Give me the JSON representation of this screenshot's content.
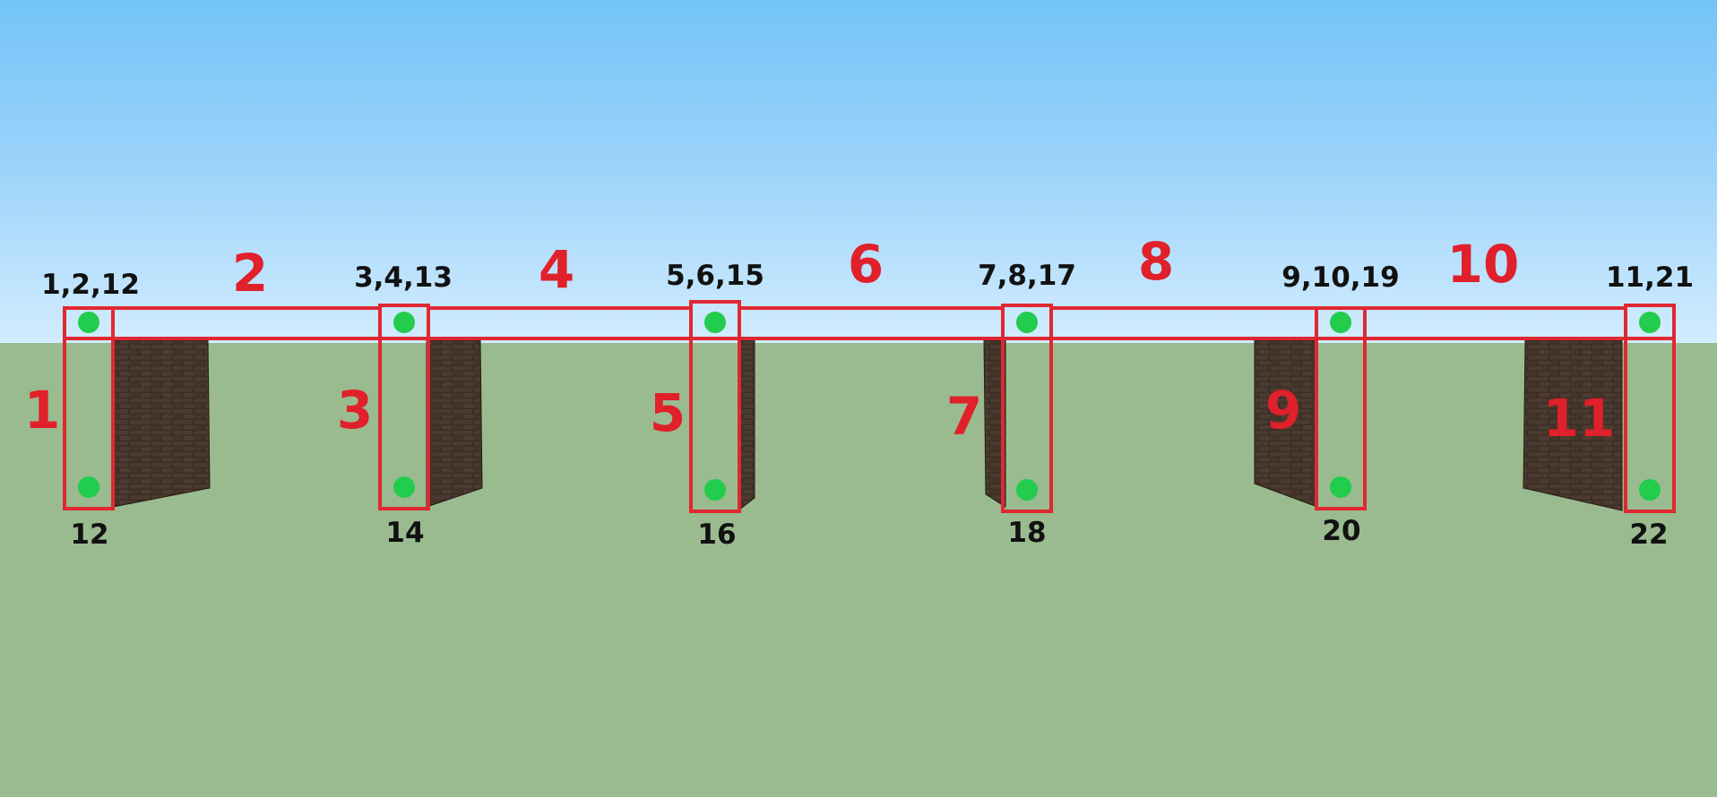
{
  "colors": {
    "sky_top": "#74c4f8",
    "sky_horizon": "#d2ecff",
    "ground": "#9abb8f",
    "frame_outline": "#e02832",
    "node_dot": "#22cc4c",
    "member_label": "#e0202a",
    "node_label": "#111111",
    "stone_fill": "#c8c8c8",
    "brick_fill": "#3a2c24"
  },
  "icons": {
    "node": "green-dot-icon",
    "stone_texture": "stone-wall-texture",
    "brick_texture": "brick-wall-texture"
  },
  "top_node_labels": [
    "1,2,12",
    "3,4,13",
    "5,6,15",
    "7,8,17",
    "9,10,19",
    "11,21"
  ],
  "bottom_node_labels": [
    "12",
    "14",
    "16",
    "18",
    "20",
    "22"
  ],
  "beam_labels": [
    "2",
    "4",
    "6",
    "8",
    "10"
  ],
  "column_labels": [
    "1",
    "3",
    "5",
    "7",
    "9",
    "11"
  ]
}
